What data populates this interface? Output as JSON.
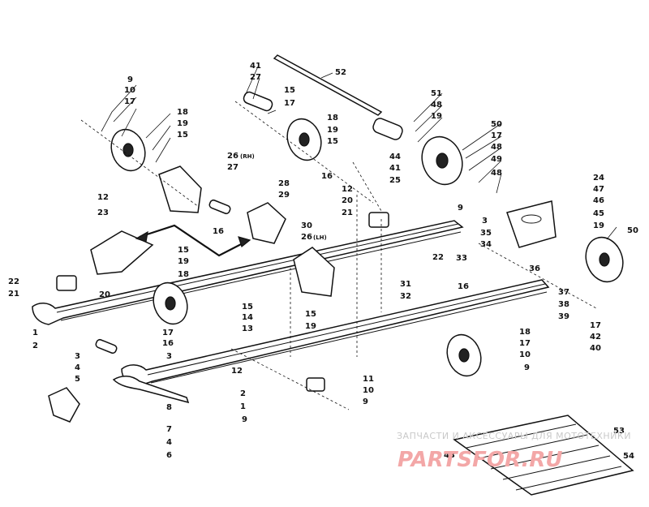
{
  "callouts": [
    {
      "text": "52"
    },
    {
      "text": "41"
    },
    {
      "text": "27"
    },
    {
      "text": "15"
    },
    {
      "text": "17"
    },
    {
      "text": "9"
    },
    {
      "text": "10"
    },
    {
      "text": "17"
    },
    {
      "text": "18"
    },
    {
      "text": "19"
    },
    {
      "text": "15"
    },
    {
      "text": "18"
    },
    {
      "text": "19"
    },
    {
      "text": "15"
    },
    {
      "text": "51"
    },
    {
      "text": "48"
    },
    {
      "text": "19"
    },
    {
      "text": "50"
    },
    {
      "text": "17"
    },
    {
      "text": "48"
    },
    {
      "text": "49"
    },
    {
      "text": "48"
    },
    {
      "text": "26"
    },
    {
      "text": "27"
    },
    {
      "text": "44"
    },
    {
      "text": "41"
    },
    {
      "text": "25"
    },
    {
      "text": "16"
    },
    {
      "text": "12"
    },
    {
      "text": "20"
    },
    {
      "text": "21"
    },
    {
      "text": "9"
    },
    {
      "text": "28"
    },
    {
      "text": "29"
    },
    {
      "text": "30"
    },
    {
      "text": "26"
    },
    {
      "text": "12"
    },
    {
      "text": "23"
    },
    {
      "text": "16"
    },
    {
      "text": "24"
    },
    {
      "text": "47"
    },
    {
      "text": "46"
    },
    {
      "text": "45"
    },
    {
      "text": "19"
    },
    {
      "text": "3"
    },
    {
      "text": "35"
    },
    {
      "text": "34"
    },
    {
      "text": "33"
    },
    {
      "text": "36"
    },
    {
      "text": "22"
    },
    {
      "text": "16"
    },
    {
      "text": "50"
    },
    {
      "text": "15"
    },
    {
      "text": "19"
    },
    {
      "text": "18"
    },
    {
      "text": "22"
    },
    {
      "text": "21"
    },
    {
      "text": "20"
    },
    {
      "text": "31"
    },
    {
      "text": "32"
    },
    {
      "text": "15"
    },
    {
      "text": "19"
    },
    {
      "text": "37"
    },
    {
      "text": "38"
    },
    {
      "text": "39"
    },
    {
      "text": "17"
    },
    {
      "text": "42"
    },
    {
      "text": "40"
    },
    {
      "text": "1"
    },
    {
      "text": "2"
    },
    {
      "text": "15"
    },
    {
      "text": "14"
    },
    {
      "text": "13"
    },
    {
      "text": "17"
    },
    {
      "text": "16"
    },
    {
      "text": "3"
    },
    {
      "text": "12"
    },
    {
      "text": "18"
    },
    {
      "text": "17"
    },
    {
      "text": "10"
    },
    {
      "text": "9"
    },
    {
      "text": "3"
    },
    {
      "text": "4"
    },
    {
      "text": "5"
    },
    {
      "text": "2"
    },
    {
      "text": "1"
    },
    {
      "text": "11"
    },
    {
      "text": "10"
    },
    {
      "text": "9"
    },
    {
      "text": "8"
    },
    {
      "text": "7"
    },
    {
      "text": "4"
    },
    {
      "text": "6"
    },
    {
      "text": "9"
    },
    {
      "text": "53"
    },
    {
      "text": "43"
    },
    {
      "text": "54"
    }
  ],
  "annotations": {
    "rh": "(RH)",
    "lh": "(LH)"
  },
  "watermark": {
    "tagline": "ЗАПЧАСТИ И АКСЕССУАРЫ ДЛЯ МОТОТЕХНИКИ",
    "site": "PARTSFOR.RU"
  }
}
